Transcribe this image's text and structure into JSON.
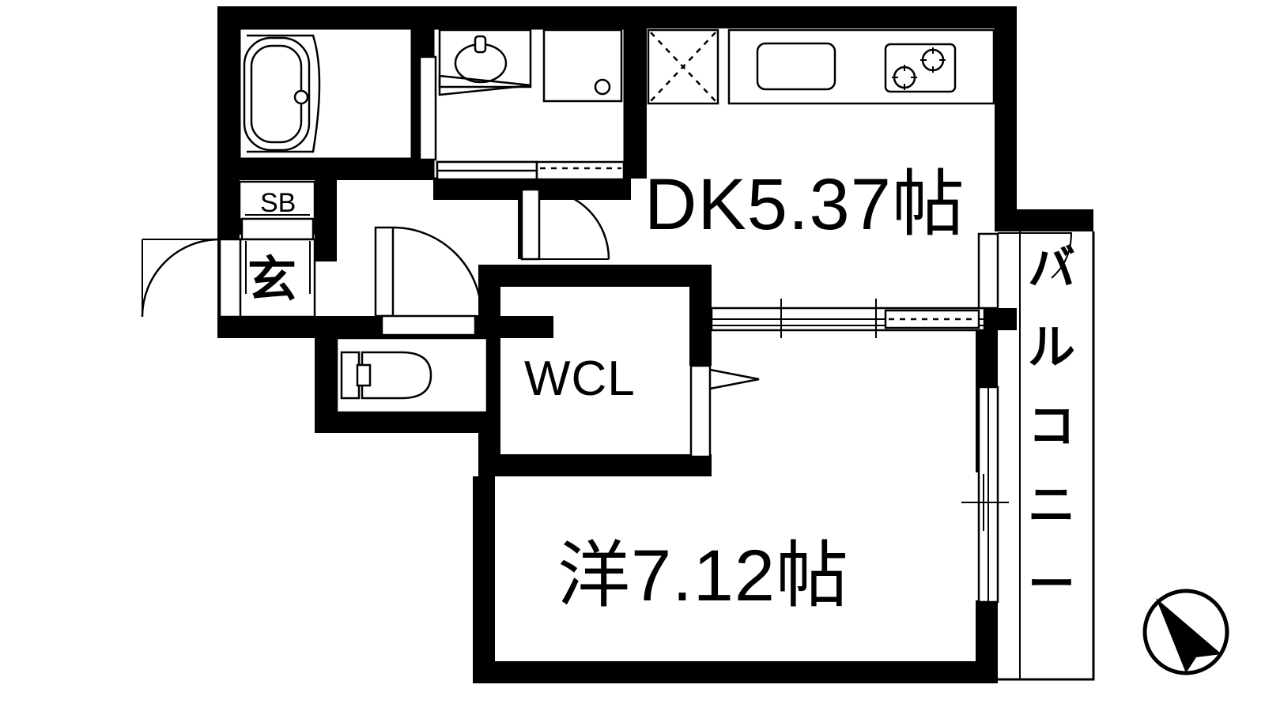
{
  "plan": {
    "title": "1K apartment floor plan",
    "unit_suffix": "帖"
  },
  "rooms": [
    {
      "key": "dk",
      "name_ja": "DK",
      "label": "DK5.37帖",
      "area_jo": 5.37,
      "type": "dining-kitchen"
    },
    {
      "key": "western_room",
      "name_ja": "洋",
      "label": "洋7.12帖",
      "area_jo": 7.12,
      "type": "western-style-bedroom"
    },
    {
      "key": "wcl",
      "name_ja": "WCL",
      "label": "WCL",
      "type": "walk-in-closet"
    },
    {
      "key": "entrance",
      "name_ja": "玄",
      "label": "玄",
      "type": "entrance-genkan"
    },
    {
      "key": "shoebox",
      "name_ja": "SB",
      "label": "SB",
      "type": "shoe-box-storage"
    },
    {
      "key": "balcony",
      "name_ja": "バルコニー",
      "label": "バルコニー",
      "characters": [
        "バ",
        "ル",
        "コ",
        "ニ",
        "ー"
      ],
      "type": "balcony"
    }
  ],
  "fixtures": [
    {
      "key": "bathtub",
      "icon": "bathtub-icon",
      "room": "bathroom"
    },
    {
      "key": "vanity_sink",
      "icon": "vanity-sink-icon",
      "room": "washroom"
    },
    {
      "key": "washing_machine_pan",
      "icon": "washing-machine-icon",
      "room": "washroom"
    },
    {
      "key": "refrigerator_space",
      "icon": "refrigerator-icon",
      "room": "dk"
    },
    {
      "key": "kitchen_sink",
      "icon": "kitchen-sink-icon",
      "room": "dk"
    },
    {
      "key": "gas_stove",
      "icon": "two-burner-stove-icon",
      "burners": 2,
      "room": "dk"
    },
    {
      "key": "toilet",
      "icon": "toilet-icon",
      "room": "toilet"
    }
  ],
  "doors": [
    {
      "key": "front_door",
      "type": "swing",
      "label": "entrance-door"
    },
    {
      "key": "hall_door",
      "type": "swing",
      "label": "hall-door"
    },
    {
      "key": "dk_door",
      "type": "swing",
      "label": "dk-door"
    },
    {
      "key": "bath_door",
      "type": "sliding",
      "label": "bathroom-sliding-door"
    },
    {
      "key": "wcl_door",
      "type": "sliding",
      "label": "wcl-sliding-door"
    },
    {
      "key": "balcony_door",
      "type": "sliding",
      "label": "balcony-sliding-window"
    },
    {
      "key": "room_partition",
      "type": "sliding",
      "label": "room-partition-sliding-door"
    }
  ],
  "compass": {
    "icon": "compass-rose-icon",
    "direction": "north-indicator"
  },
  "colors": {
    "wall": "#000000",
    "background": "#ffffff",
    "line": "#000000"
  }
}
